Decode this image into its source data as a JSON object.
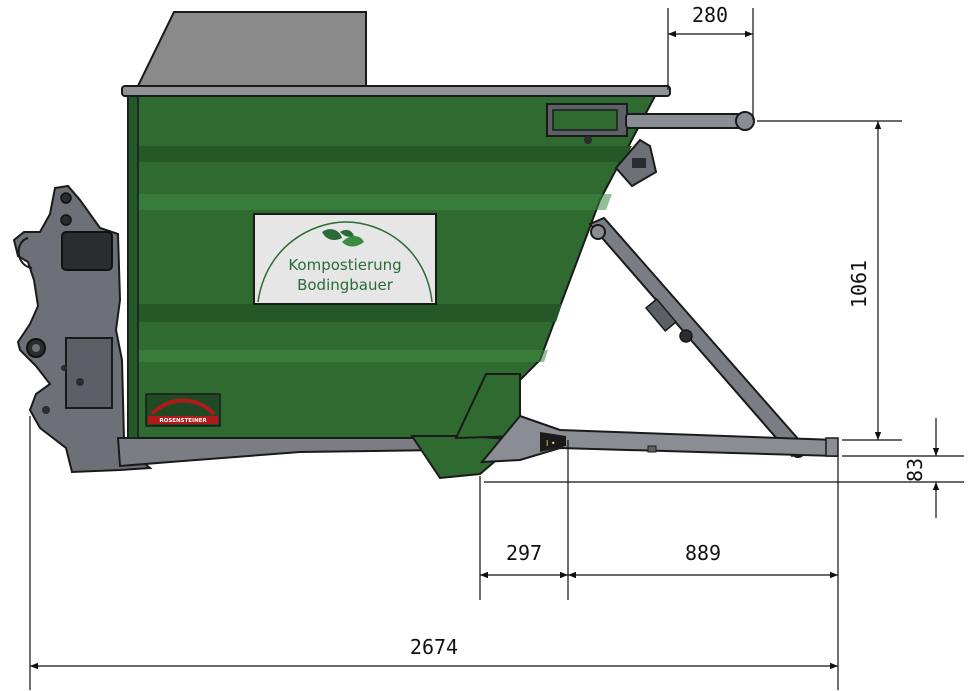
{
  "dimensions": {
    "top_offset": "280",
    "height": "1061",
    "small_height": "83",
    "left_segment": "297",
    "right_segment": "889",
    "overall_length": "2674"
  },
  "sign": {
    "line1": "Kompostierung",
    "line2": "Bodingbauer"
  },
  "brand": {
    "label": "ROSENSTEINER"
  },
  "colors": {
    "body_green": "#2f6b30",
    "body_green_light": "#3e8a40",
    "hopper_gray": "#8a8a8a",
    "steel_gray": "#707478",
    "outline": "#1a1a1a",
    "brand_red": "#b01a1a"
  }
}
